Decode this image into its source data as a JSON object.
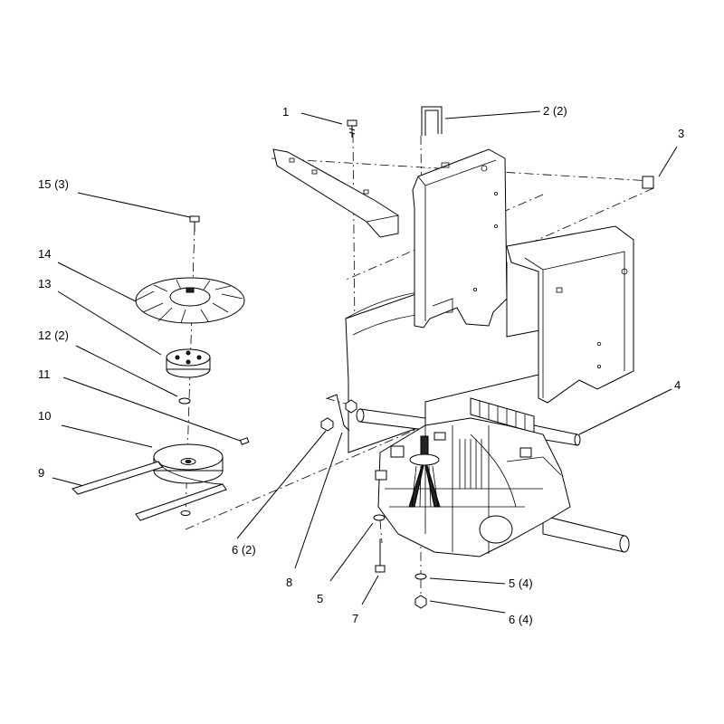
{
  "callouts": [
    {
      "id": "c1",
      "text": "1"
    },
    {
      "id": "c2",
      "text": "2 (2)"
    },
    {
      "id": "c3",
      "text": "3"
    },
    {
      "id": "c4",
      "text": "4"
    },
    {
      "id": "c5a",
      "text": "5"
    },
    {
      "id": "c5b",
      "text": "5 (4)"
    },
    {
      "id": "c6a",
      "text": "6 (2)"
    },
    {
      "id": "c6b",
      "text": "6 (4)"
    },
    {
      "id": "c7",
      "text": "7"
    },
    {
      "id": "c8",
      "text": "8"
    },
    {
      "id": "c9",
      "text": "9"
    },
    {
      "id": "c10",
      "text": "10"
    },
    {
      "id": "c11",
      "text": "11"
    },
    {
      "id": "c12",
      "text": "12 (2)"
    },
    {
      "id": "c13",
      "text": "13"
    },
    {
      "id": "c14",
      "text": "14"
    },
    {
      "id": "c15",
      "text": "15 (3)"
    }
  ]
}
